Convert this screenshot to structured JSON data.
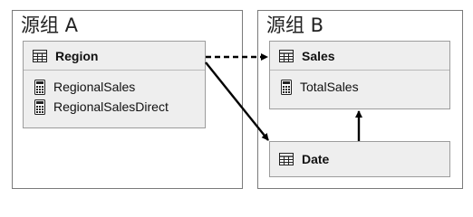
{
  "groups": [
    {
      "title": "源组 A"
    },
    {
      "title": "源组 B"
    }
  ],
  "tables": {
    "region": {
      "name": "Region",
      "icon": "table-icon",
      "measures": [
        {
          "label": "RegionalSales",
          "icon": "calculator-icon"
        },
        {
          "label": "RegionalSalesDirect",
          "icon": "calculator-icon"
        }
      ]
    },
    "sales": {
      "name": "Sales",
      "icon": "table-icon",
      "measures": [
        {
          "label": "TotalSales",
          "icon": "calculator-icon"
        }
      ]
    },
    "date": {
      "name": "Date",
      "icon": "table-icon",
      "measures": []
    }
  },
  "relationships": [
    {
      "from": "Region",
      "to": "Sales",
      "style": "dashed"
    },
    {
      "from": "Region",
      "to": "Date",
      "style": "solid"
    },
    {
      "from": "Date",
      "to": "Sales",
      "style": "solid"
    }
  ],
  "colors": {
    "line": "#000000",
    "card_bg": "#eeeeee",
    "card_border": "#9c9c9c",
    "group_border": "#7a7a7a"
  }
}
